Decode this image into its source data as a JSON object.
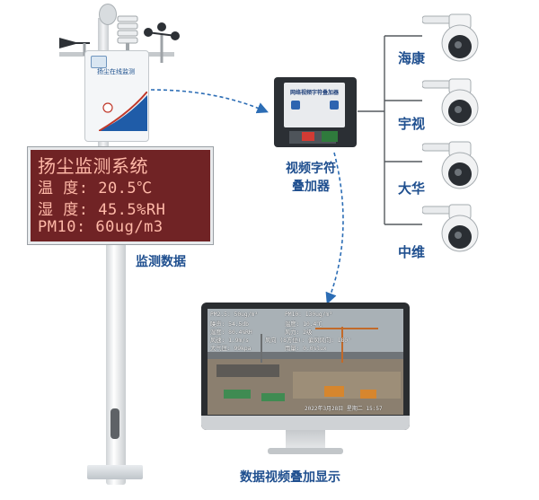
{
  "station": {
    "enclosure_label": "扬尘在线监测"
  },
  "led": {
    "line1": "扬尘监测系统",
    "line2": "温 度:  20.5℃",
    "line3": "湿 度:  45.5%RH",
    "line4": "PM10:   60ug/m3"
  },
  "labels": {
    "monitor_data": "监测数据",
    "overlay_line1": "视频字符",
    "overlay_line2": "叠加器",
    "display": "数据视频叠加显示"
  },
  "device": {
    "title": "网络视频字符叠加器"
  },
  "cameras": [
    {
      "label": "海康",
      "icon": "dome-camera-icon"
    },
    {
      "label": "宇视",
      "icon": "dome-camera-icon"
    },
    {
      "label": "大华",
      "icon": "dome-camera-icon"
    },
    {
      "label": "中维",
      "icon": "dome-camera-icon"
    }
  ],
  "screen": {
    "row1_left": "PM2.5: 50ug/m³",
    "row1_right": "PM10: 130ug/m³",
    "row2_left": "噪声: 54.5db",
    "row2_right": "温度: 10.4℃",
    "row3_left": "湿度: 80.4%RH",
    "row3_right": "风力: 2级",
    "row4_left": "风速: 1.9m/s",
    "row4_mid": "风向 (8方位): 偏风风向: 180°",
    "row5_left": "大气压: 99kpa",
    "row5_right": "雨量: 0.0%lux",
    "timestamp": "2022年3月28日  星期二  15:57"
  },
  "colors": {
    "label_blue": "#1f4f8f",
    "led_background": "#702325",
    "led_text": "#ffb9a8",
    "arrow_blue": "#2c6db5"
  }
}
